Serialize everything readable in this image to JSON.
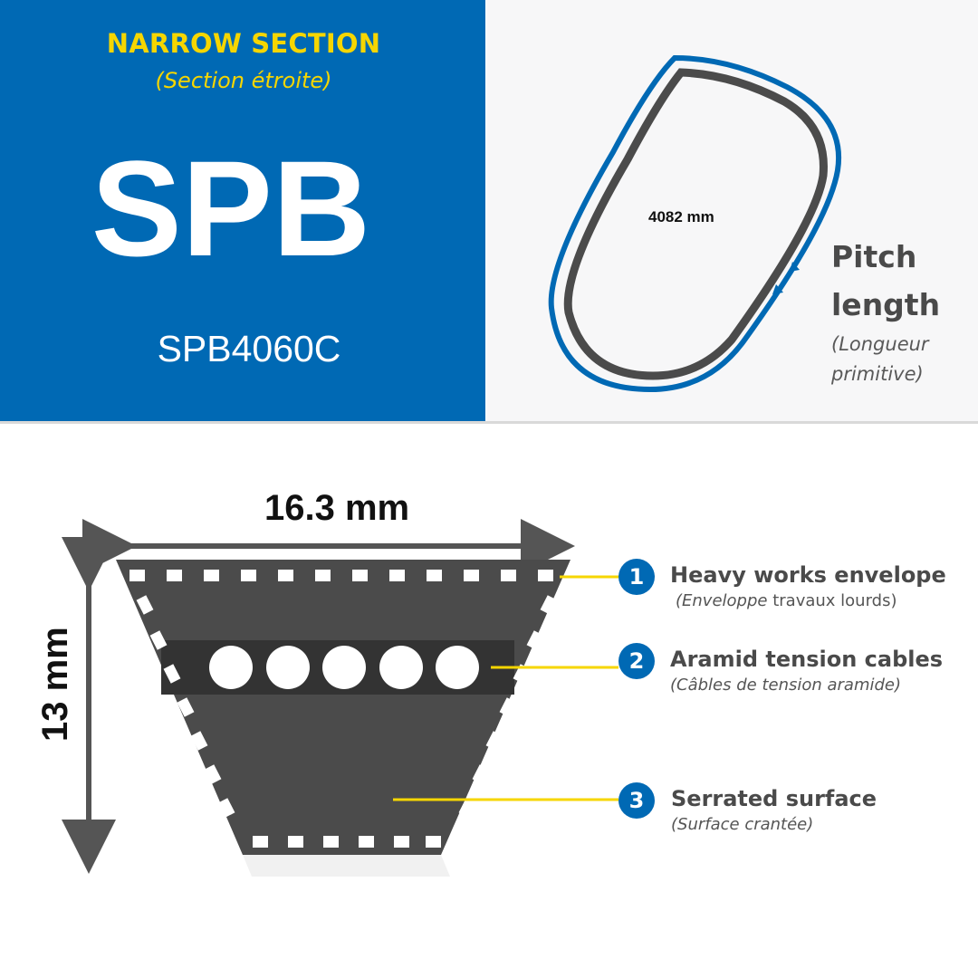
{
  "header": {
    "section_title": "NARROW SECTION",
    "section_subtitle": "(Section étroite)",
    "profile": "SPB",
    "part_number": "SPB4060C"
  },
  "belt_length": {
    "value": "4082 mm",
    "title_line_1": "Pitch",
    "title_line_2": "length",
    "subtitle_line_1": "(Longueur",
    "subtitle_line_2": "primitive)"
  },
  "dimensions": {
    "width": "16.3 mm",
    "height": "13 mm"
  },
  "features": [
    {
      "number": "1",
      "title": "Heavy works envelope",
      "subtitle_italic": "(Enveloppe",
      "subtitle_rest": " travaux lourds)"
    },
    {
      "number": "2",
      "title": "Aramid tension cables",
      "subtitle": "(Câbles de tension aramide)"
    },
    {
      "number": "3",
      "title": "Serrated surface",
      "subtitle": "(Surface crantée)"
    }
  ],
  "colors": {
    "brand_blue": "#0069b4",
    "accent_yellow": "#f6d600",
    "belt_gray": "#4b4b4b",
    "cable_band": "#333333"
  }
}
